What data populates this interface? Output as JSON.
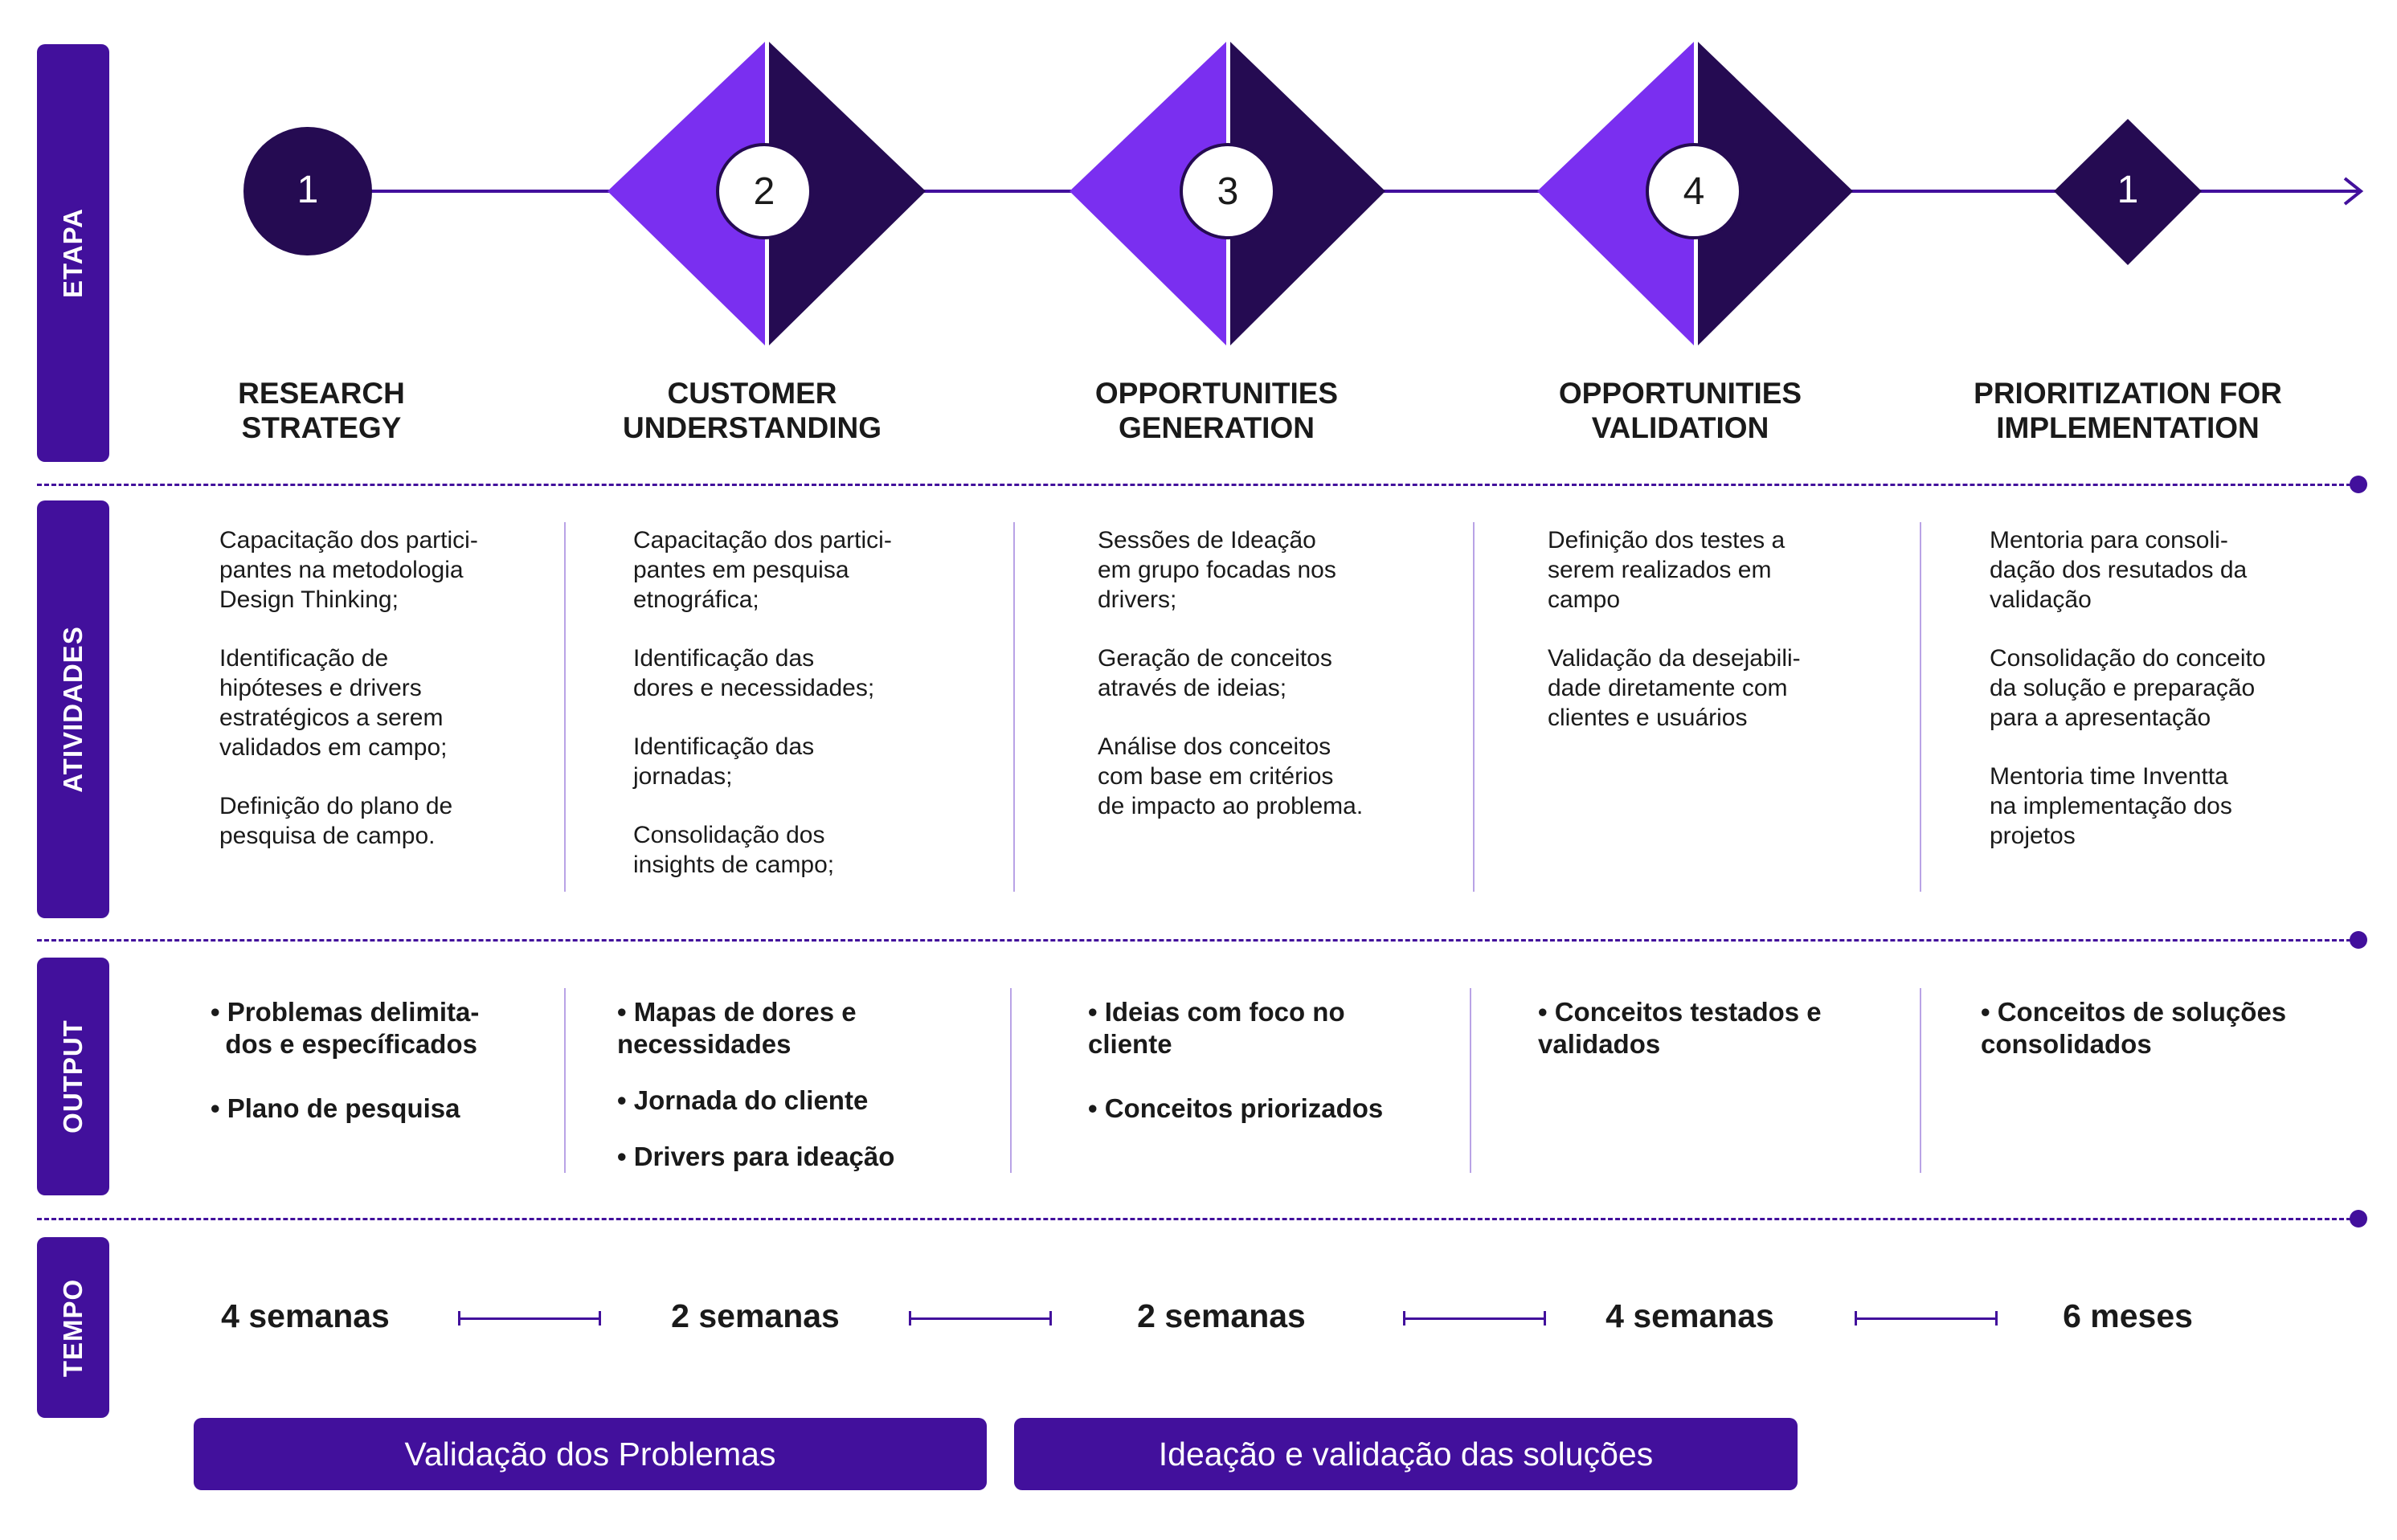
{
  "row_labels": {
    "etapa": "ETAPA",
    "atividades": "ATIVIDADES",
    "output": "OUTPUT",
    "tempo": "TEMPO"
  },
  "stages": [
    {
      "number": "1",
      "title_line1": "RESEARCH",
      "title_line2": "STRATEGY"
    },
    {
      "number": "2",
      "title_line1": "CUSTOMER",
      "title_line2": "UNDERSTANDING"
    },
    {
      "number": "3",
      "title_line1": "OPPORTUNITIES",
      "title_line2": "GENERATION"
    },
    {
      "number": "4",
      "title_line1": "OPPORTUNITIES",
      "title_line2": "VALIDATION"
    },
    {
      "number": "1",
      "title_line1": "PRIORITIZATION FOR",
      "title_line2": "IMPLEMENTATION"
    }
  ],
  "activities": [
    [
      "Capacitação dos partici-\npantes na metodologia\nDesign Thinking;",
      "Identificação de\nhipóteses e drivers\nestratégicos a serem\nvalidados em campo;",
      "Definição do plano de\npesquisa de campo."
    ],
    [
      "Capacitação dos partici-\npantes em pesquisa\netnográfica;",
      "Identificação das\ndores e necessidades;",
      "Identificação das\njornadas;",
      "Consolidação dos\ninsights de campo;"
    ],
    [
      "Sessões de Ideação\nem grupo focadas nos\ndrivers;",
      "Geração de conceitos\natravés de ideias;",
      "Análise dos conceitos\ncom base em critérios\nde impacto ao problema."
    ],
    [
      "Definição dos testes a\nserem realizados em\ncampo",
      "Validação da desejabili-\ndade diretamente com\nclientes e usuários"
    ],
    [
      "Mentoria para consoli-\ndação dos resutados da\nvalidação",
      "Consolidação do conceito\nda solução e preparação\npara a apresentação",
      "Mentoria time Inventta\nna implementação dos\nprojetos"
    ]
  ],
  "outputs": [
    [
      "• Problemas delimita-\n  dos e específicados",
      "• Plano de pesquisa"
    ],
    [
      "• Mapas de dores e\nnecessidades",
      "• Jornada do cliente",
      "• Drivers para ideação"
    ],
    [
      "• Ideias com foco no\ncliente",
      "• Conceitos priorizados"
    ],
    [
      "• Conceitos testados e\nvalidados"
    ],
    [
      "• Conceitos de soluções\nconsolidados"
    ]
  ],
  "durations": [
    "4 semanas",
    "2 semanas",
    "2 semanas",
    "4 semanas",
    "6 meses"
  ],
  "phases": [
    "Validação dos Problemas",
    "Ideação e validação das soluções"
  ],
  "colors": {
    "dark_purple": "#42109c",
    "mid_purple": "#7a2ff0",
    "deep_navy": "#250b52"
  }
}
